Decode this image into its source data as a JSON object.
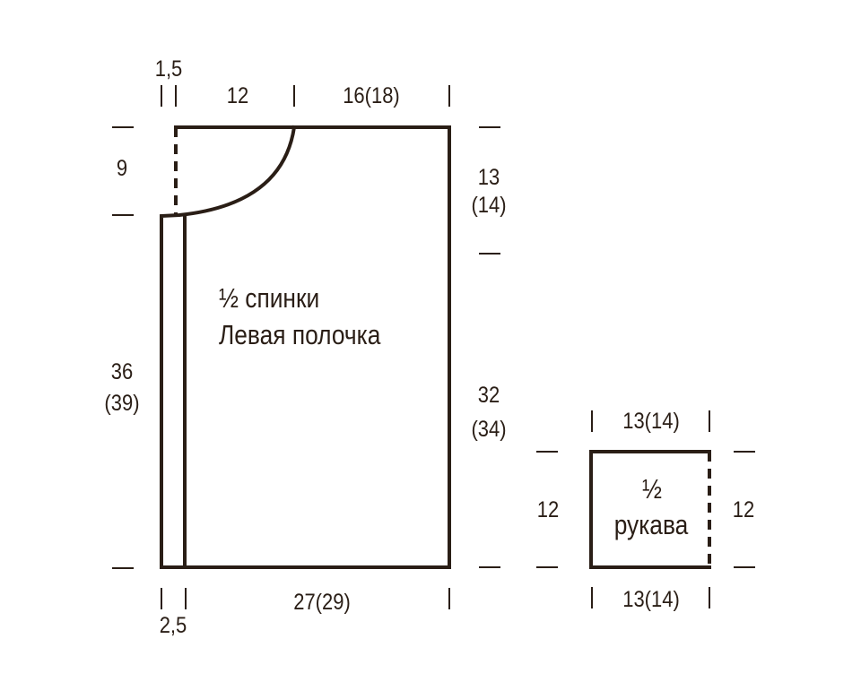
{
  "back_piece": {
    "title_line1": "½ спинки",
    "title_line2": "Левая полочка",
    "dims": {
      "top_small": "1,5",
      "top_neck": "12",
      "top_shoulder": "16(18)",
      "left_neck_depth": "9",
      "left_length_1": "36",
      "left_length_2": "(39)",
      "right_top_1": "13",
      "right_top_2": "(14)",
      "right_bottom_1": "32",
      "right_bottom_2": "(34)",
      "bottom_width": "27(29)",
      "bottom_small": "2,5"
    }
  },
  "sleeve_piece": {
    "title_line1": "½",
    "title_line2": "рукава",
    "dims": {
      "top_width": "13(14)",
      "bottom_width": "13(14)",
      "left_height": "12",
      "right_height": "12"
    }
  }
}
